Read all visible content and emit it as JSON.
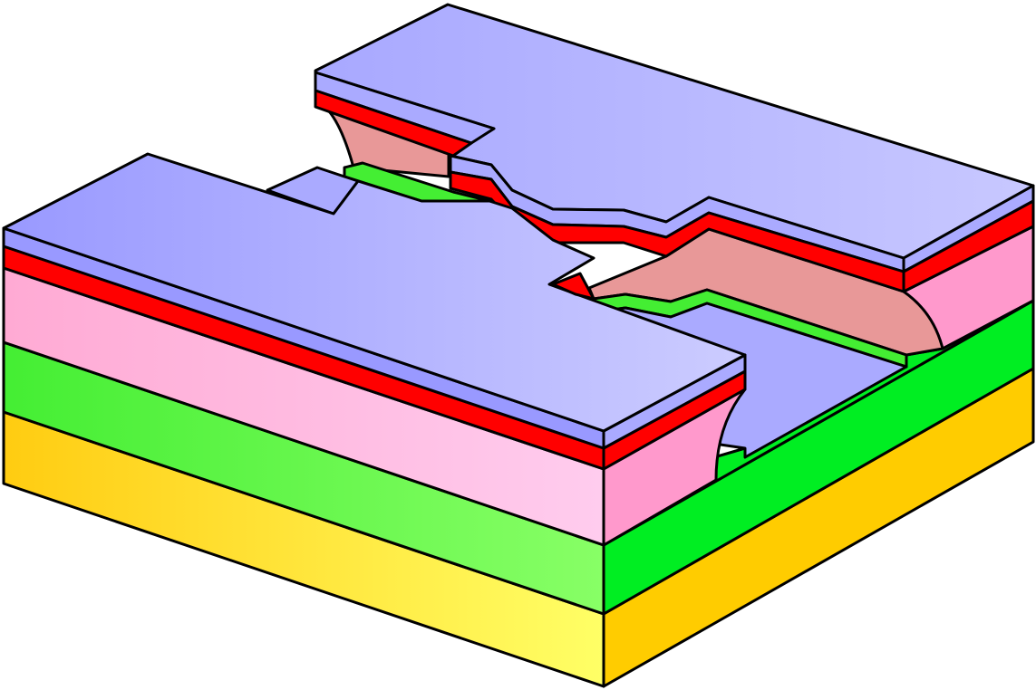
{
  "diagram": {
    "kind": "isometric-layer-stack",
    "text_labels": [],
    "layers": [
      {
        "id": "substrate",
        "order": 1,
        "color": "#ffee33",
        "side_color": "#ffcc00"
      },
      {
        "id": "lower-layer",
        "order": 2,
        "color": "#66ff44",
        "side_color": "#00ee22"
      },
      {
        "id": "sacrificial-layer",
        "order": 3,
        "color": "#ffbbdd",
        "side_color": "#ff99cc"
      },
      {
        "id": "thin-layer",
        "order": 4,
        "color": "#ff0000"
      },
      {
        "id": "top-layer",
        "order": 5,
        "color": "#aaaaff",
        "side_color": "#9999ff"
      }
    ],
    "features": {
      "gap_between_blocks": true,
      "undercut_visible": true,
      "undercut_color": "#e89898"
    }
  }
}
